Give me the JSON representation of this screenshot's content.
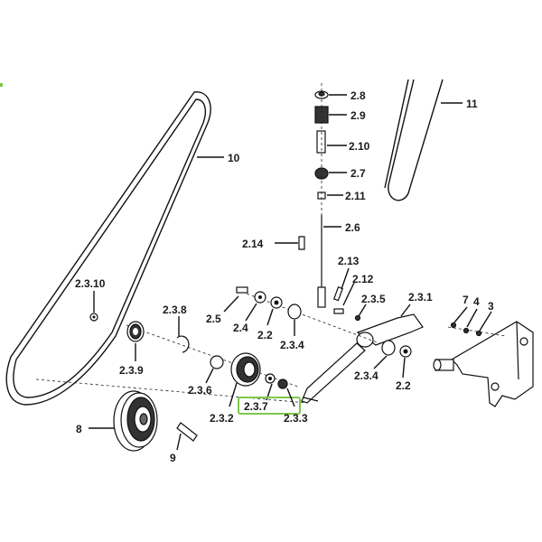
{
  "labels": {
    "p2_8": "2.8",
    "p2_9": "2.9",
    "p2_10": "2.10",
    "p2_7": "2.7",
    "p2_11": "2.11",
    "p2_6": "2.6",
    "p2_14": "2.14",
    "p2_13": "2.13",
    "p2_12": "2.12",
    "p2_3_5": "2.3.5",
    "p2_3_1": "2.3.1",
    "p7": "7",
    "p4": "4",
    "p3": "3",
    "p11": "11",
    "p10": "10",
    "p2_3_10": "2.3.10",
    "p2_3_8": "2.3.8",
    "p2_5": "2.5",
    "p2_4": "2.4",
    "p2_2a": "2.2",
    "p2_3_4a": "2.3.4",
    "p2_3_9": "2.3.9",
    "p2_3_6": "2.3.6",
    "p2_3_2": "2.3.2",
    "p2_3_7": "2.3.7",
    "p2_3_3": "2.3.3",
    "p2_3_4b": "2.3.4",
    "p2_2b": "2.2",
    "p8": "8",
    "p9": "9"
  },
  "colors": {
    "line": "#111111",
    "label": "#1a1a1a",
    "highlight": "#7ec84a",
    "background": "#ffffff"
  },
  "highlighted_part": "2.3.7"
}
